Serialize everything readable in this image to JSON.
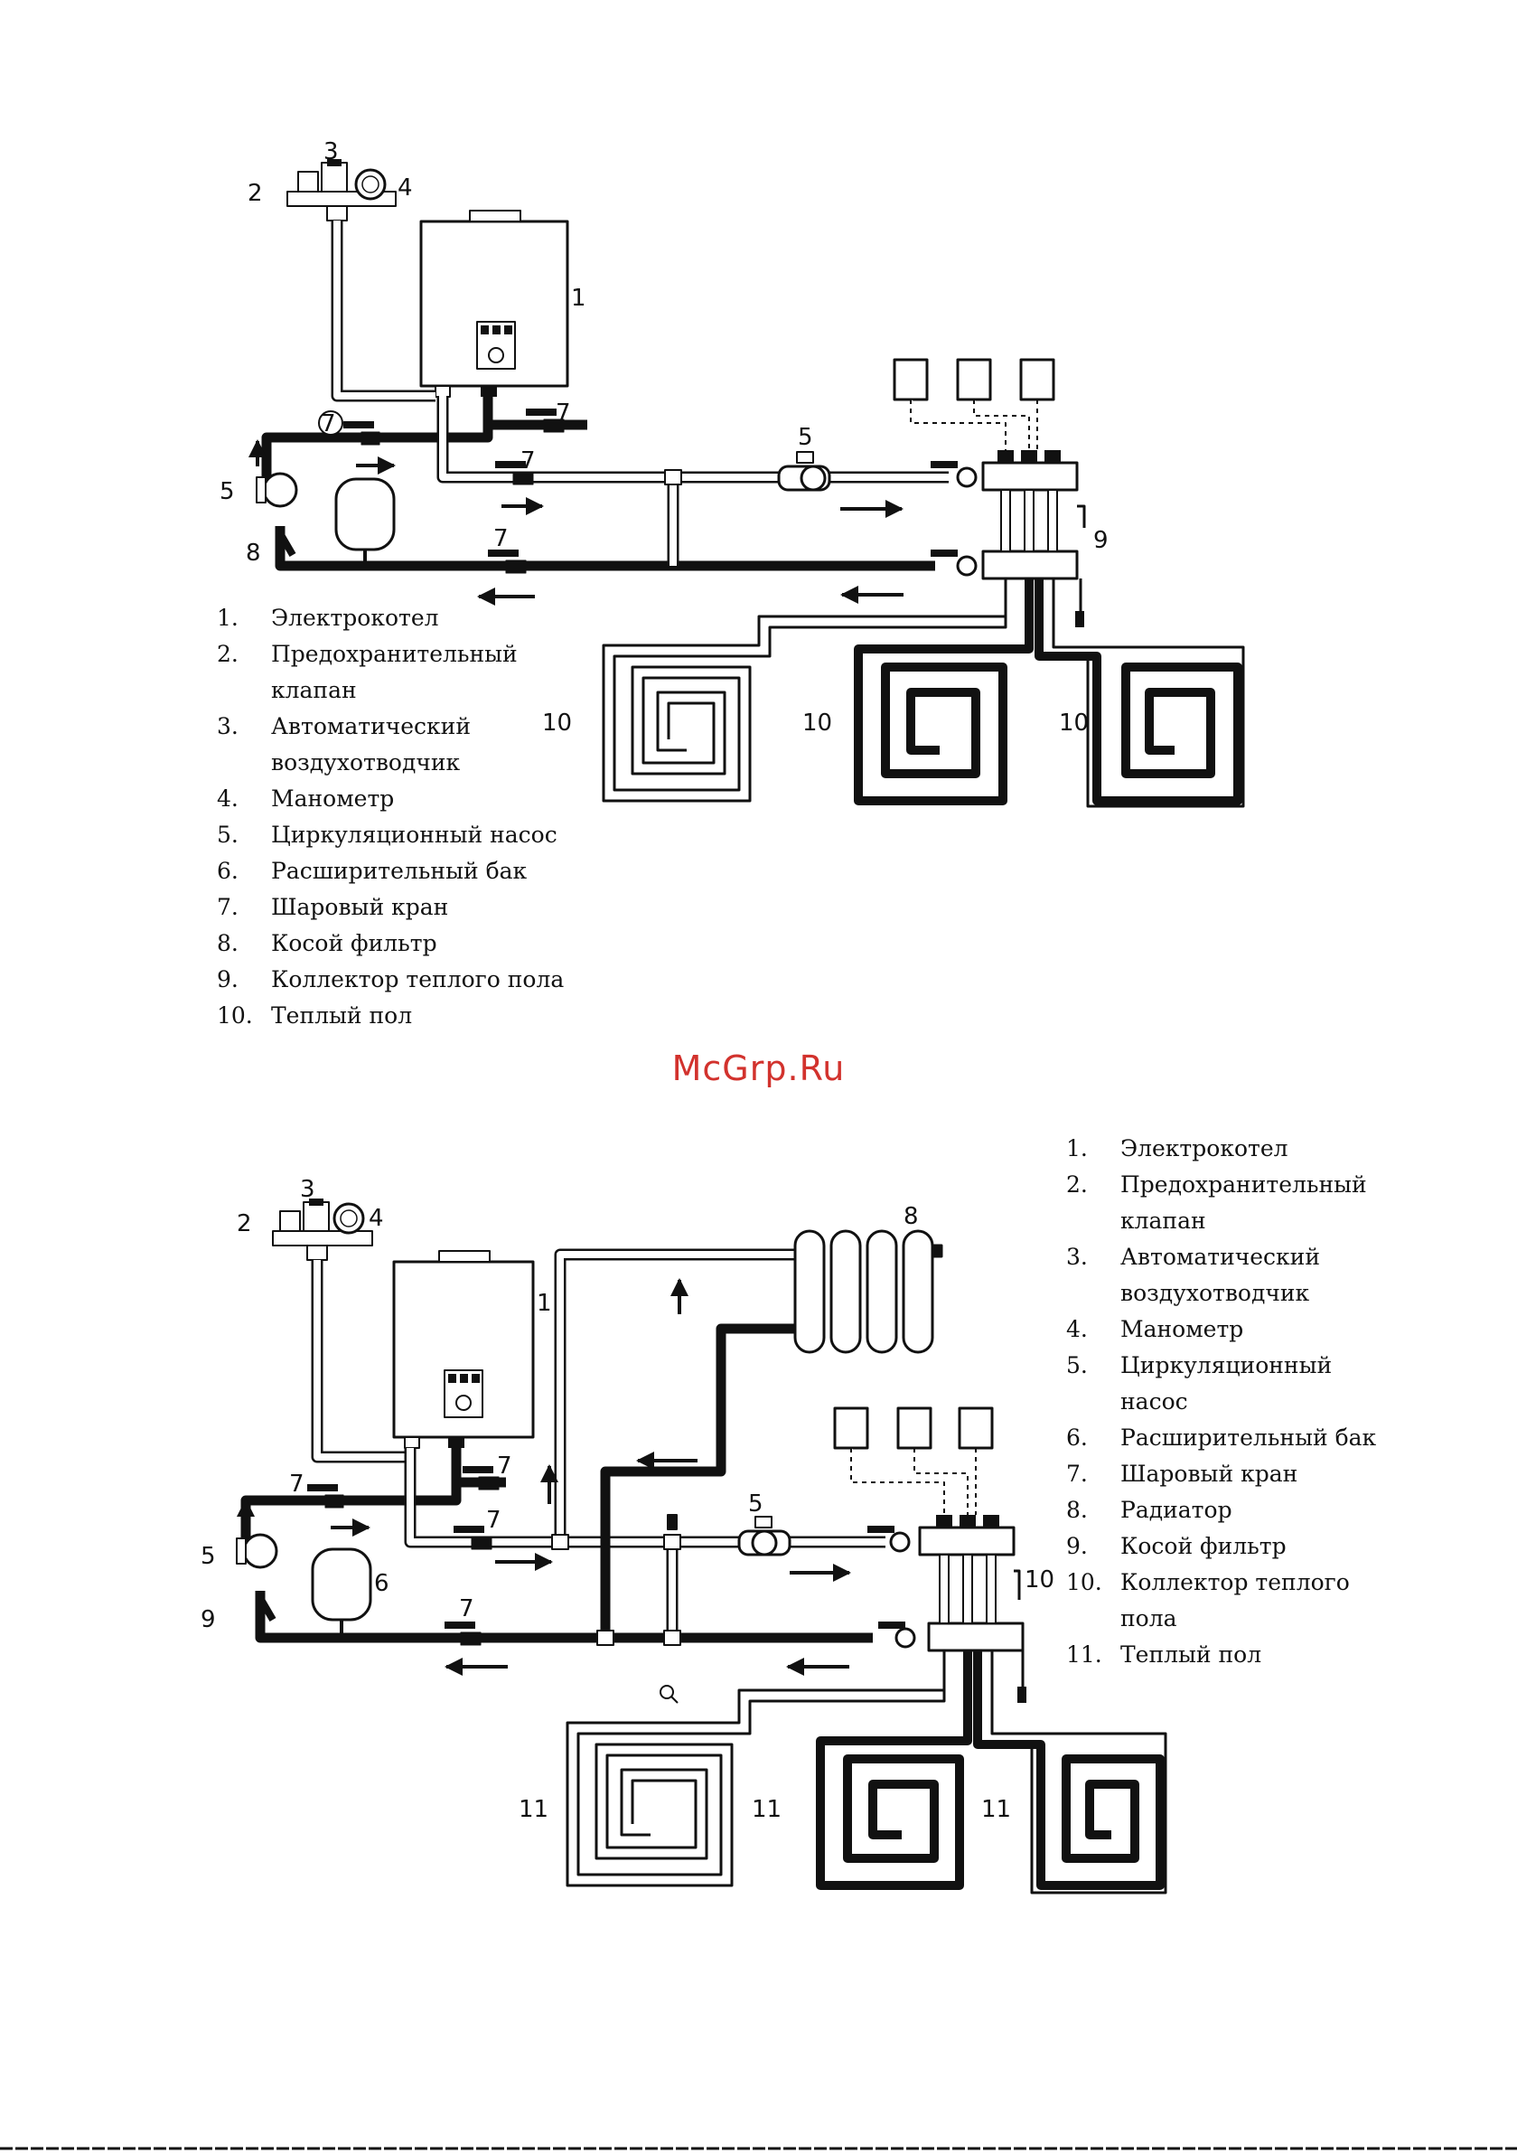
{
  "watermark": "McGrp.Ru",
  "diagram1": {
    "labels": {
      "boiler": "1",
      "safety_valve": "2",
      "air_vent": "3",
      "manometer": "4",
      "pump_left": "5",
      "pump_mid": "5",
      "ball_valve_a": "7",
      "ball_valve_b": "7",
      "ball_valve_c": "7",
      "ball_valve_d": "7",
      "filter": "8",
      "collector": "9",
      "floor_a": "10",
      "floor_b": "10",
      "floor_c": "10"
    },
    "legend": [
      {
        "num": "1.",
        "text": "Электрокотел"
      },
      {
        "num": "2.",
        "text": "Предохранительный\nклапан"
      },
      {
        "num": "3.",
        "text": "Автоматический\nвоздухотводчик"
      },
      {
        "num": "4.",
        "text": "Манометр"
      },
      {
        "num": "5.",
        "text": "Циркуляционный насос"
      },
      {
        "num": "6.",
        "text": "Расширительный бак"
      },
      {
        "num": "7.",
        "text": "Шаровый кран"
      },
      {
        "num": "8.",
        "text": "Косой фильтр"
      },
      {
        "num": "9.",
        "text": "Коллектор теплого пола"
      },
      {
        "num": "10.",
        "text": "Теплый пол"
      }
    ]
  },
  "diagram2": {
    "labels": {
      "boiler": "1",
      "safety_valve": "2",
      "air_vent": "3",
      "manometer": "4",
      "pump_left": "5",
      "pump_mid": "5",
      "tank": "6",
      "ball_valve_a": "7",
      "ball_valve_b": "7",
      "ball_valve_c": "7",
      "ball_valve_d": "7",
      "radiator": "8",
      "filter": "9",
      "collector": "10",
      "floor_a": "11",
      "floor_b": "11",
      "floor_c": "11"
    },
    "legend": [
      {
        "num": "1.",
        "text": "Электрокотел"
      },
      {
        "num": "2.",
        "text": "Предохранительный\nклапан"
      },
      {
        "num": "3.",
        "text": "Автоматический\nвоздухотводчик"
      },
      {
        "num": "4.",
        "text": "Манометр"
      },
      {
        "num": "5.",
        "text": "Циркуляционный\nнасос"
      },
      {
        "num": "6.",
        "text": "Расширительный бак"
      },
      {
        "num": "7.",
        "text": "Шаровый кран"
      },
      {
        "num": "8.",
        "text": "Радиатор"
      },
      {
        "num": "9.",
        "text": "Косой фильтр"
      },
      {
        "num": "10.",
        "text": "Коллектор теплого\nпола"
      },
      {
        "num": "11.",
        "text": "Теплый пол"
      }
    ]
  }
}
